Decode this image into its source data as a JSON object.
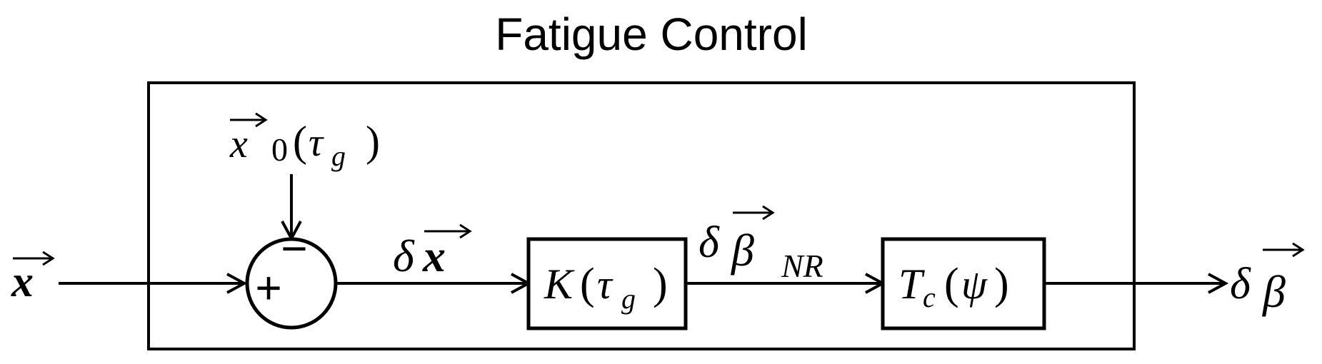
{
  "title": "Fatigue Control",
  "input_symbol": "x",
  "reference": {
    "symbol": "x",
    "subscript": "0",
    "arg": "τ",
    "arg_sub": "g"
  },
  "summing_junction": {
    "plus": "+",
    "minus": "−"
  },
  "error_signal": {
    "delta": "δ",
    "symbol": "x"
  },
  "block_k": {
    "name": "K",
    "arg": "τ",
    "arg_sub": "g"
  },
  "k_output": {
    "delta": "δ",
    "symbol": "β",
    "subscript": "NR"
  },
  "block_tc": {
    "name": "T",
    "name_sub": "c",
    "arg": "ψ"
  },
  "output_signal": {
    "delta": "δ",
    "symbol": "β"
  }
}
